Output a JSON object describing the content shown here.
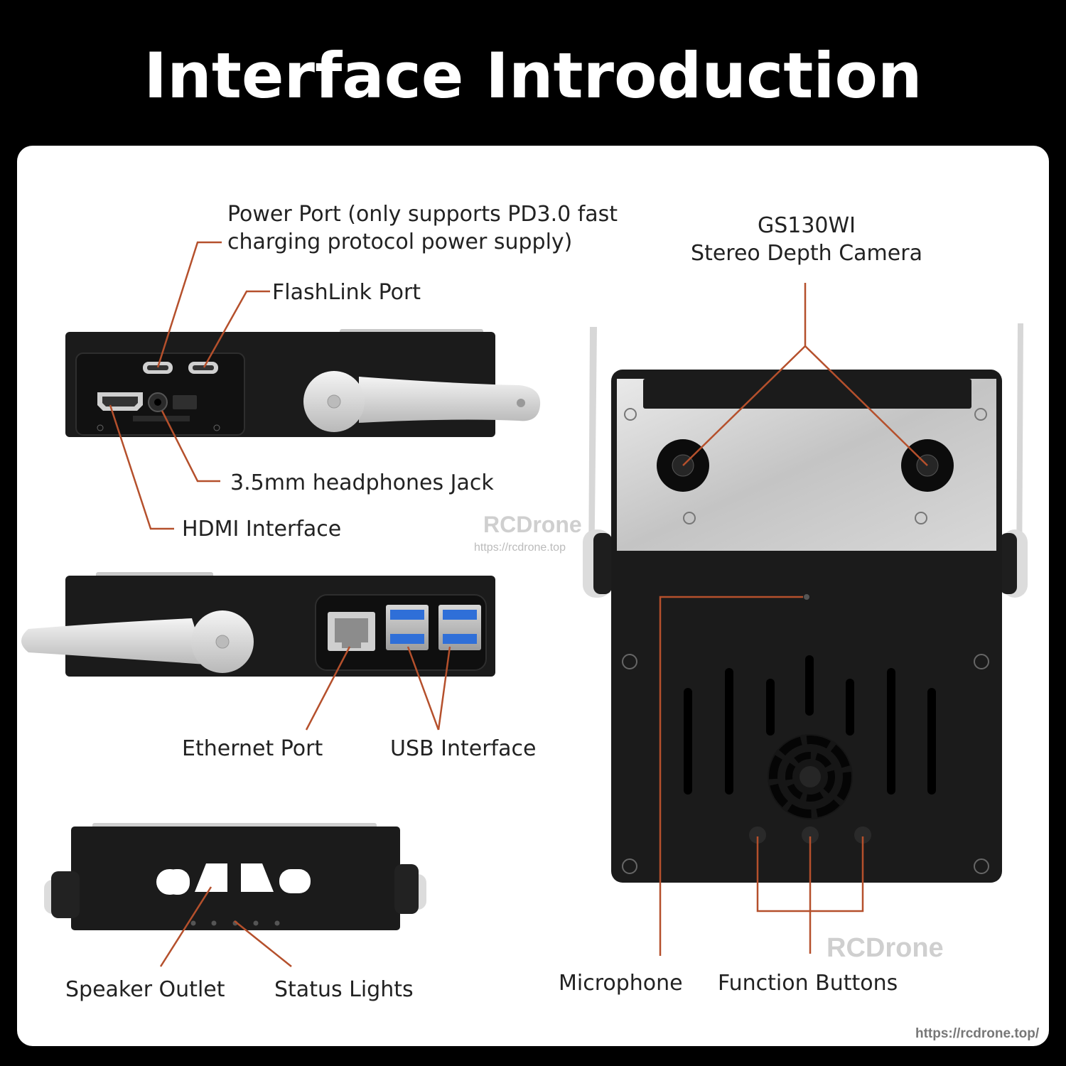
{
  "title": "Interface Introduction",
  "labels": {
    "power_port_line1": "Power Port (only supports PD3.0 fast",
    "power_port_line2": "charging protocol power supply)",
    "flashlink_port": "FlashLink Port",
    "headphones_jack": "3.5mm headphones Jack",
    "hdmi_interface": "HDMI Interface",
    "ethernet_port": "Ethernet Port",
    "usb_interface": "USB Interface",
    "speaker_outlet": "Speaker Outlet",
    "status_lights": "Status Lights",
    "camera_model": "GS130WI",
    "camera_name": "Stereo Depth Camera",
    "microphone": "Microphone",
    "function_buttons": "Function Buttons"
  },
  "watermarks": {
    "brand_mid": "RCDrone",
    "url_mid": "https://rcdrone.top",
    "brand_right": "RCDrone",
    "url_bottom": "https://rcdrone.top/"
  },
  "colors": {
    "background": "#000000",
    "panel": "#ffffff",
    "callout_line": "#b5502c",
    "device_body": "#1b1b1b",
    "aluminum": "#c9c9c9"
  }
}
